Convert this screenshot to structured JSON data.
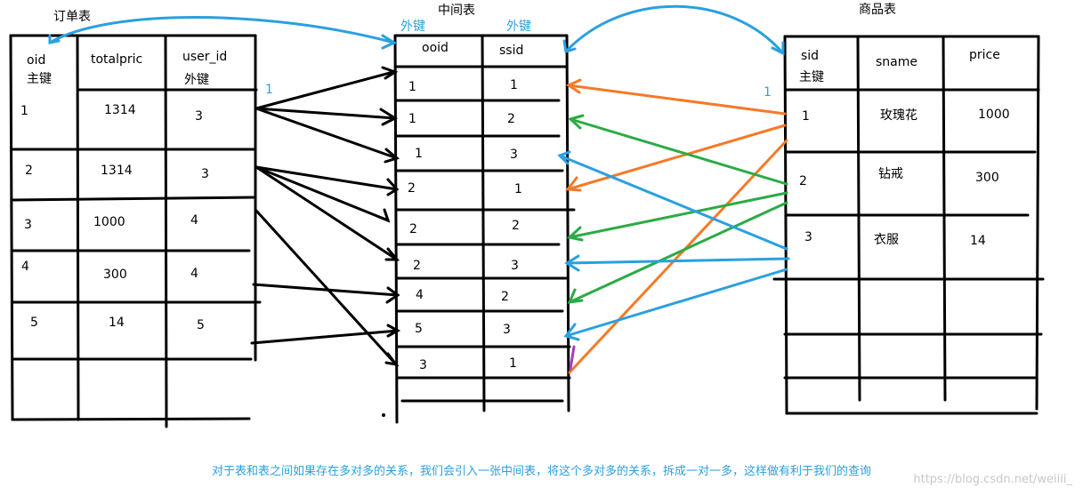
{
  "titles": {
    "orders": "订单表",
    "middle": "中间表",
    "products": "商品表"
  },
  "fk_tags": {
    "left": "外键",
    "right": "外键"
  },
  "one_markers": {
    "orders_side": "1",
    "products_side": "1"
  },
  "orders": {
    "headers": [
      "oid",
      "totalpric",
      "user_id"
    ],
    "key_notes": {
      "oid": "主键",
      "user_id": "外键"
    },
    "rows": [
      [
        "1",
        "1314",
        "3"
      ],
      [
        "2",
        "1314",
        "3"
      ],
      [
        "3",
        "1000",
        "4"
      ],
      [
        "4",
        "300",
        "4"
      ],
      [
        "5",
        "14",
        "5"
      ]
    ]
  },
  "middle": {
    "headers": [
      "ooid",
      "ssid"
    ],
    "rows": [
      [
        "1",
        "1"
      ],
      [
        "1",
        "2"
      ],
      [
        "1",
        "3"
      ],
      [
        "2",
        "1"
      ],
      [
        "2",
        "2"
      ],
      [
        "2",
        "3"
      ],
      [
        "4",
        "2"
      ],
      [
        "5",
        "3"
      ],
      [
        "3",
        "1"
      ]
    ]
  },
  "products": {
    "headers": [
      "sid",
      "sname",
      "price"
    ],
    "key_notes": {
      "sid": "主键"
    },
    "rows": [
      [
        "1",
        "玫瑰花",
        "1000"
      ],
      [
        "2",
        "钻戒",
        "300"
      ],
      [
        "3",
        "衣服",
        "14"
      ]
    ]
  },
  "colors": {
    "black": "#000000",
    "blue": "#2aa0e0",
    "orange": "#f47a28",
    "green": "#2bab45",
    "purple": "#a040c0"
  },
  "footer_note": "对于表和表之间如果存在多对多的关系，我们会引入一张中间表，将这个多对多的关系，拆成一对一多，这样做有利于我们的查询",
  "watermark": "https://blog.csdn.net/weiiii_"
}
